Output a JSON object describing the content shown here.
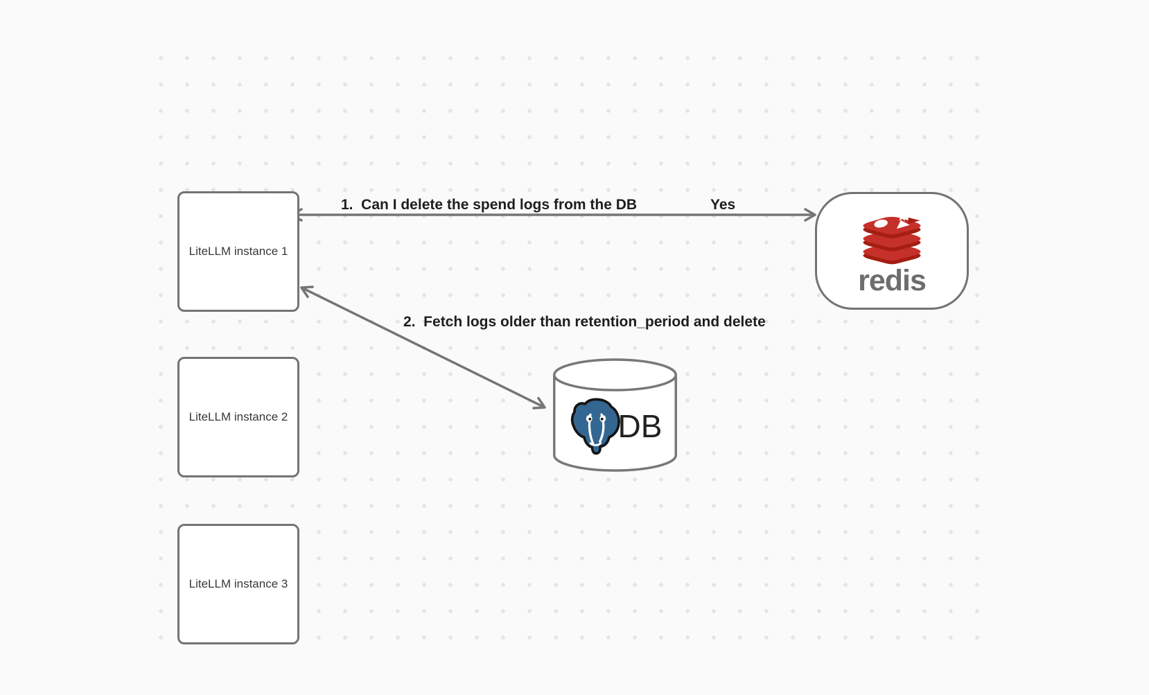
{
  "canvas": {
    "background": "#fafafa",
    "dot_color": "#e4e4e4",
    "stroke_color": "#757575",
    "label_color": "#1e1e1e"
  },
  "nodes": {
    "litellm_instances": [
      {
        "label": "LiteLLM instance 1"
      },
      {
        "label": "LiteLLM instance 2"
      },
      {
        "label": "LiteLLM instance 3"
      }
    ],
    "redis": {
      "wordmark": "redis",
      "icon": "redis-logo",
      "logo_red": "#C6302B",
      "logo_dark_red": "#A41E11",
      "wordmark_color": "#6d6d6d"
    },
    "database": {
      "label": "DB",
      "icon": "postgresql-elephant",
      "elephant_blue": "#336791"
    }
  },
  "edges": [
    {
      "label": "1.  Can I delete the spend logs from the DB",
      "reply": "Yes"
    },
    {
      "label": "2.  Fetch logs older than retention_period and delete"
    }
  ]
}
